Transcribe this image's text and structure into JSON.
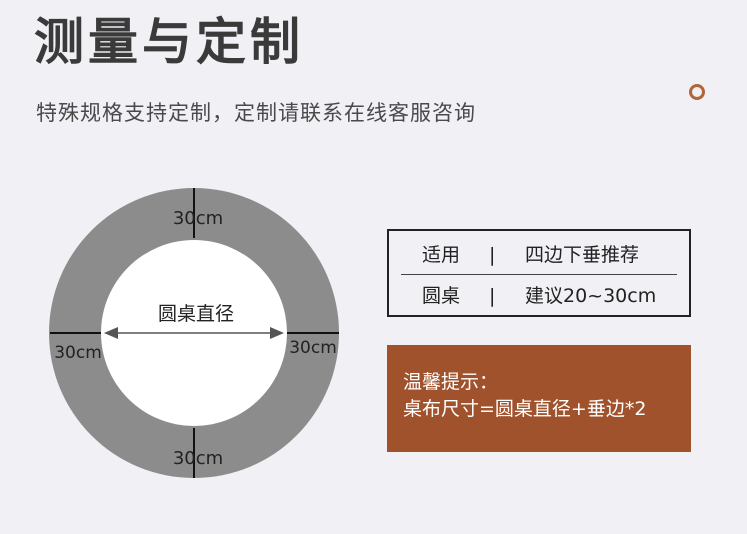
{
  "header": {
    "title": "测量与定制",
    "subtitle": "特殊规格支持定制，定制请联系在线客服咨询"
  },
  "diagram": {
    "center_label": "圆桌直径",
    "top_label": "30cm",
    "bottom_label": "30cm",
    "left_label": "30cm",
    "right_label": "30cm",
    "ring_color": "#8c8c8c",
    "inner_color": "#ffffff"
  },
  "spec_table": {
    "rows": [
      {
        "label": "适用",
        "separator": "|",
        "value": "四边下垂推荐"
      },
      {
        "label": "圆桌",
        "separator": "|",
        "value": "建议20~30cm"
      }
    ]
  },
  "tip": {
    "line1": "温馨提示：",
    "line2": "桌布尺寸=圆桌直径+垂边*2",
    "background": "#a0522d"
  },
  "decoration": {
    "accent_ring_color": "#b0653a"
  }
}
